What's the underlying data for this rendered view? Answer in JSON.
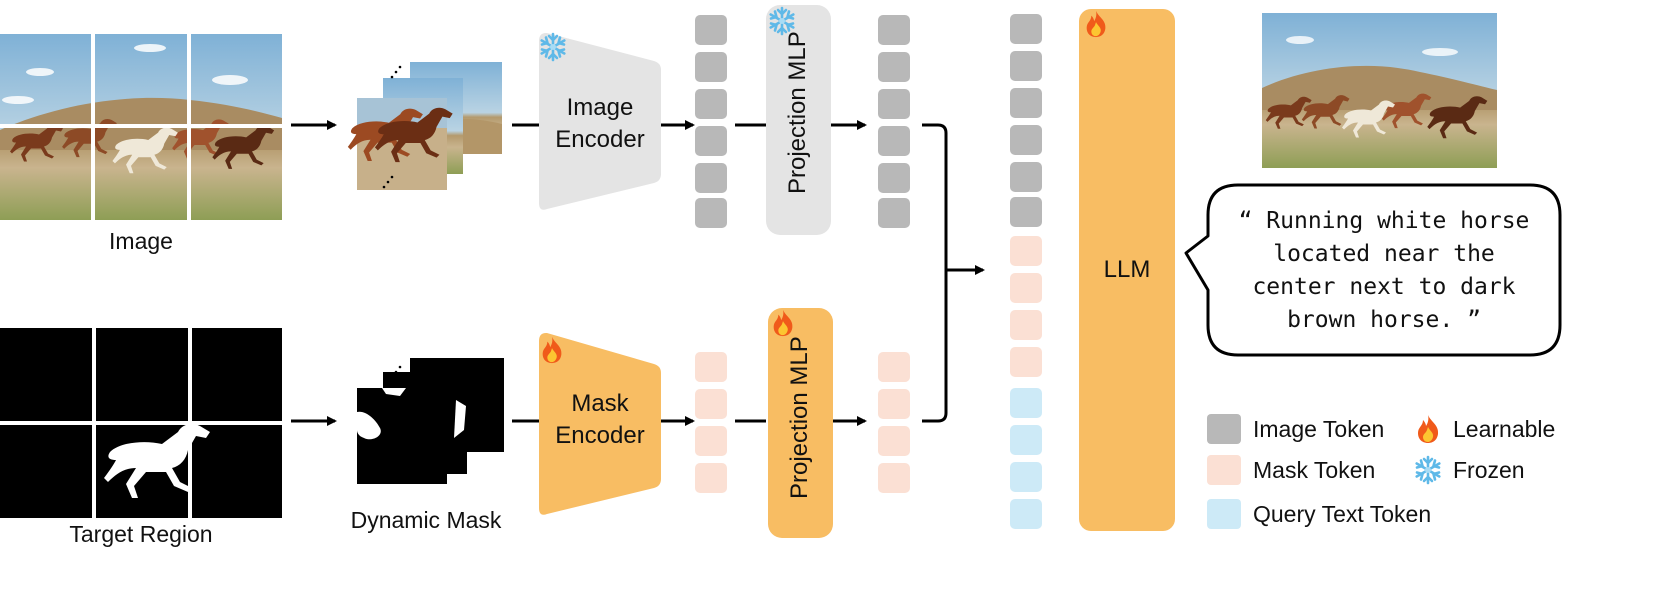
{
  "labels": {
    "image": "Image",
    "target_region": "Target Region",
    "dynamic_mask": "Dynamic Mask",
    "image_encoder": [
      "Image",
      "Encoder"
    ],
    "mask_encoder": [
      "Mask",
      "Encoder"
    ],
    "projection_mlp_top": "Projection MLP",
    "projection_mlp_bottom": "Projection MLP",
    "llm": "LLM"
  },
  "caption": [
    "“ Running white horse",
    "located near the",
    "center next to dark",
    "brown horse. ”"
  ],
  "legend": {
    "image_token": "Image Token",
    "mask_token": "Mask Token",
    "query_text_token": "Query Text Token",
    "learnable": "Learnable",
    "frozen": "Frozen"
  },
  "colors": {
    "image_token": "#b8b8b8",
    "mask_token": "#fbe0d4",
    "query_text_token": "#cdeaf7",
    "learnable": "#f8bd63",
    "frozen": "#e4e4e4",
    "fire": "#f05a1a",
    "snow": "#5fb9e8"
  }
}
